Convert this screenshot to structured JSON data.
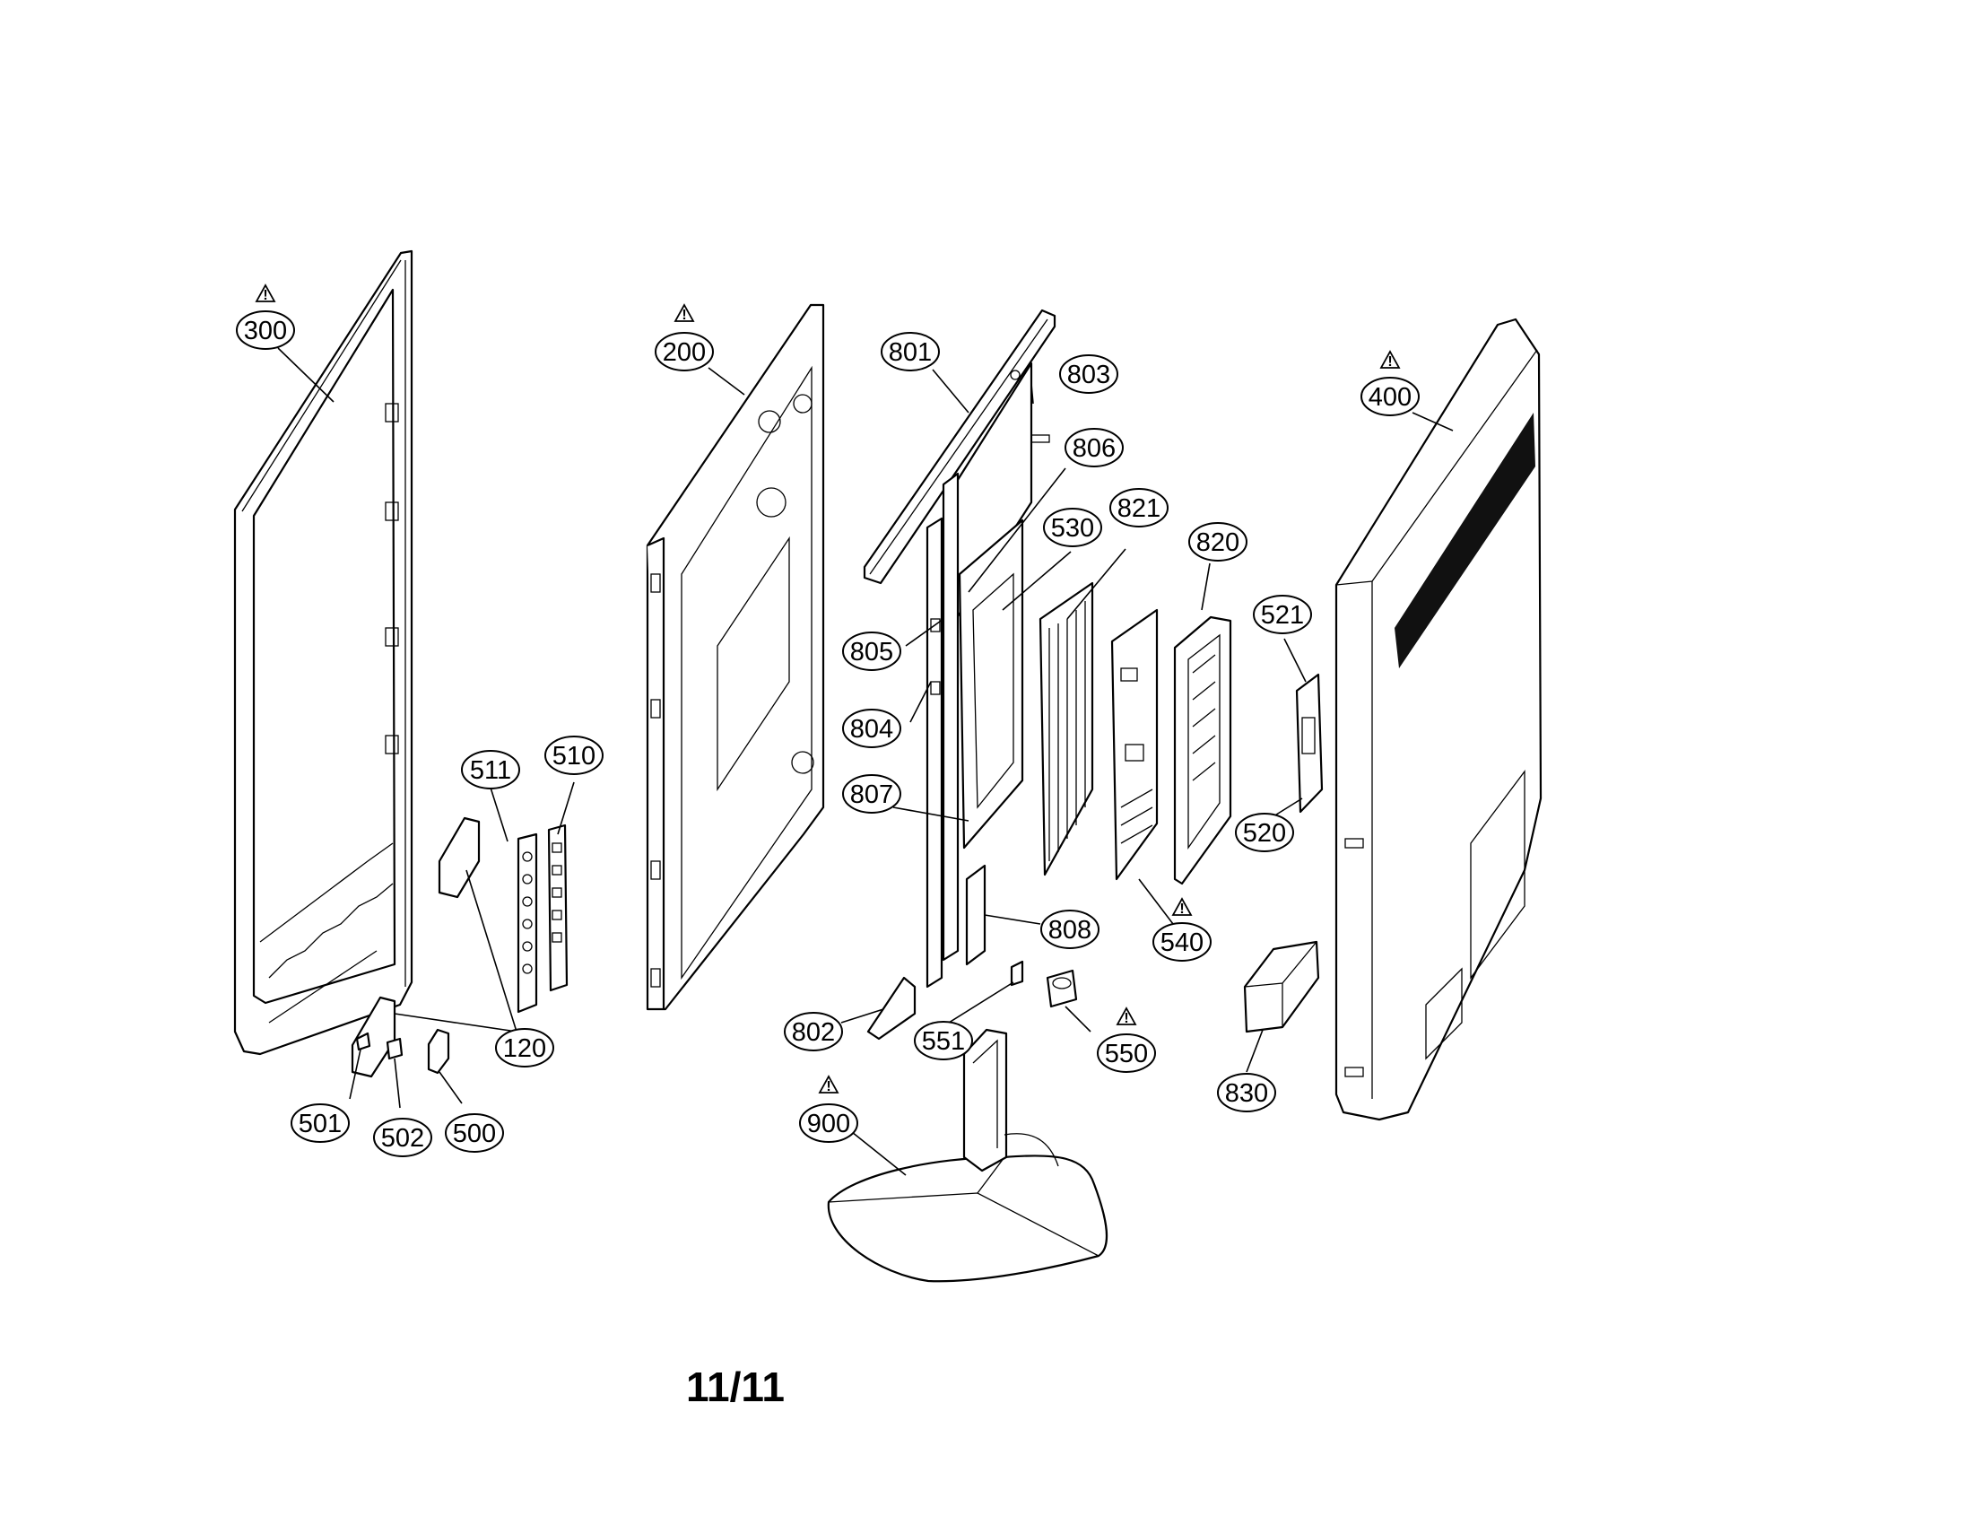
{
  "diagram": {
    "page_number": "11/11",
    "warning_symbol": "warning-triangle-icon",
    "parts": [
      {
        "id": "300",
        "warning": true
      },
      {
        "id": "200",
        "warning": true
      },
      {
        "id": "801",
        "warning": false
      },
      {
        "id": "803",
        "warning": false
      },
      {
        "id": "806",
        "warning": false
      },
      {
        "id": "400",
        "warning": true
      },
      {
        "id": "530",
        "warning": false
      },
      {
        "id": "821",
        "warning": false
      },
      {
        "id": "820",
        "warning": false
      },
      {
        "id": "521",
        "warning": false
      },
      {
        "id": "805",
        "warning": false
      },
      {
        "id": "804",
        "warning": false
      },
      {
        "id": "511",
        "warning": false
      },
      {
        "id": "510",
        "warning": false
      },
      {
        "id": "807",
        "warning": false
      },
      {
        "id": "520",
        "warning": false
      },
      {
        "id": "808",
        "warning": false
      },
      {
        "id": "540",
        "warning": true
      },
      {
        "id": "802",
        "warning": false
      },
      {
        "id": "551",
        "warning": false
      },
      {
        "id": "550",
        "warning": true
      },
      {
        "id": "120",
        "warning": false
      },
      {
        "id": "830",
        "warning": false
      },
      {
        "id": "900",
        "warning": true
      },
      {
        "id": "501",
        "warning": false
      },
      {
        "id": "502",
        "warning": false
      },
      {
        "id": "500",
        "warning": false
      }
    ]
  }
}
